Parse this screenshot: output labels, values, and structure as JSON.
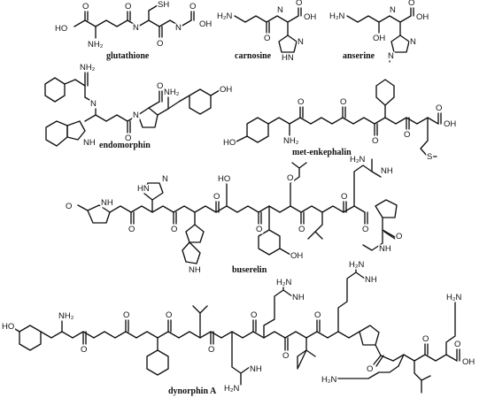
{
  "figure": {
    "compounds": [
      {
        "key": "glutathione",
        "name": "glutathione"
      },
      {
        "key": "carnosine",
        "name": "carnosine"
      },
      {
        "key": "anserine",
        "name": "anserine"
      },
      {
        "key": "endomorphin",
        "name": "endomorphin"
      },
      {
        "key": "met_enkephalin",
        "name": "met-enkephalin"
      },
      {
        "key": "buserelin",
        "name": "buserelin"
      },
      {
        "key": "dynorphin_a",
        "name": "dynorphin A"
      }
    ]
  },
  "atom_labels": {
    "HO": "HO",
    "OH": "OH",
    "O": "O",
    "NH2": "NH₂",
    "H2N": "H₂N",
    "SH": "SH",
    "NH": "NH",
    "N": "N",
    "H": "H",
    "HN": "HN",
    "S": "S",
    "N_H": "N\nH"
  }
}
